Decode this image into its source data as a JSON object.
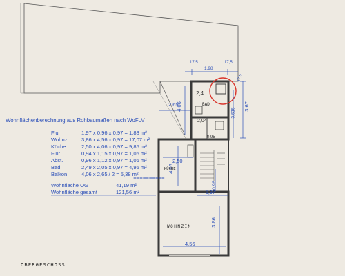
{
  "calculation": {
    "title": "Wohnflächenberechnung aus Rohbaumaßen nach WoFLV",
    "rows": [
      {
        "name": "Flur",
        "formula": "1,97 x 0,96 x 0,97 = 1,83 m²"
      },
      {
        "name": "Wohnzi.",
        "formula": "3,86 x 4,56 x 0,97 = 17,07 m²"
      },
      {
        "name": "Küche",
        "formula": "2,50 x 4,06 x 0,97 = 9,85 m²"
      },
      {
        "name": "Flur",
        "formula": "0,94 x 1,15 x 0,97 = 1,05 m²"
      },
      {
        "name": "Abst.",
        "formula": "0,96 x 1,12 x 0,97 = 1,06 m²"
      },
      {
        "name": "Bad",
        "formula": "2,49 x 2,05 x 0,97 = 4,95 m²"
      },
      {
        "name": "Balkon",
        "formula": "4,06 x 2,65 / 2 = 5,38 m²"
      }
    ],
    "separator": "==========",
    "totals": [
      {
        "name": "Wohnfläche OG",
        "value": "41,19 m²"
      },
      {
        "name": "Wohnfläche gesamt",
        "value": "121,56 m²"
      }
    ]
  },
  "rooms": {
    "bad": "BAD",
    "kueche": "KÜCHE",
    "wohnzimmer": "WOHNZIM.",
    "bad_dim": "2,4",
    "small_dim": "2,04",
    "small_dim2": "0,95"
  },
  "dimensions_blue": {
    "bad_width": "1,98",
    "left_17_5": "17,5",
    "right_17_5": "17,5",
    "corner_17_5": "17,5",
    "balkon_depth": "2,65",
    "bad_height": "4,06",
    "right_3615": "3,615",
    "right_367": "3,67",
    "kueche_width": "2,50",
    "kueche_height": "4,06",
    "flur_height": "0,96",
    "flur_width": "1,97",
    "wohn_height": "3,86",
    "wohn_width": "4,56"
  },
  "floor_label": "OBERGESCHOSS",
  "colors": {
    "ink": "#2b4fb8",
    "wall": "#3a3a3a",
    "circle": "#d9342b",
    "paper": "#eeeae2"
  }
}
